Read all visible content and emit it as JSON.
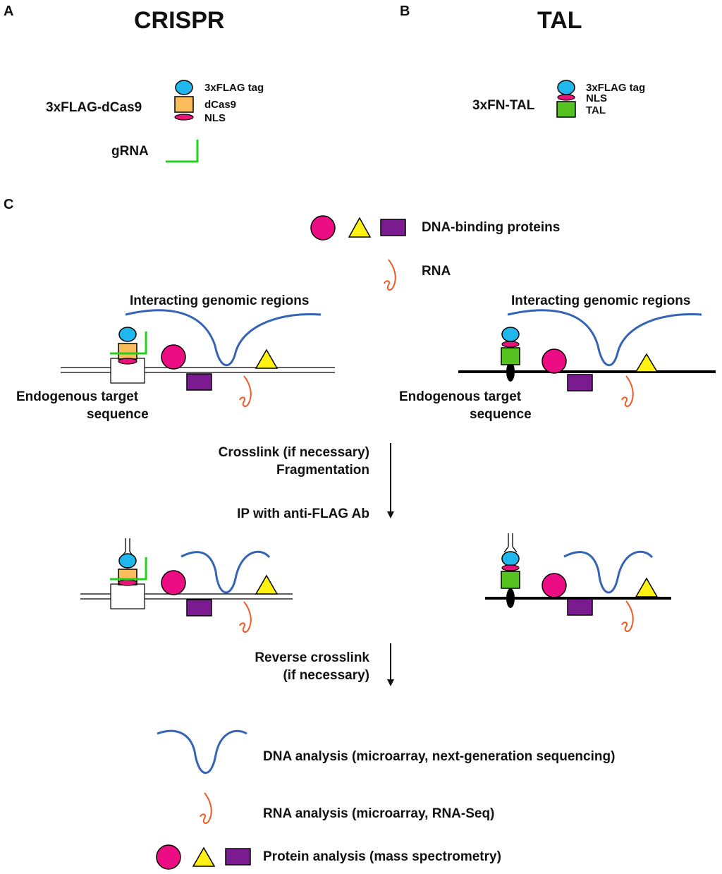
{
  "panels": {
    "a": {
      "letter": "A",
      "title": "CRISPR"
    },
    "b": {
      "letter": "B",
      "title": "TAL"
    },
    "c": {
      "letter": "C"
    }
  },
  "crispr": {
    "construct_label": "3xFLAG-dCas9",
    "tag_label": "3xFLAG tag",
    "dcas9_label": "dCas9",
    "nls_label": "NLS",
    "grna_label": "gRNA"
  },
  "tal": {
    "construct_label": "3xFN-TAL",
    "tag_label": "3xFLAG tag",
    "nls_label": "NLS",
    "tal_label": "TAL"
  },
  "legend": {
    "dna_binding_label": "DNA-binding proteins",
    "rna_label": "RNA"
  },
  "scheme": {
    "interacting_label": "Interacting genomic regions",
    "endogenous_line1": "Endogenous target",
    "endogenous_line2": "sequence"
  },
  "steps": {
    "step1_line1": "Crosslink (if necessary)",
    "step1_line2": "Fragmentation",
    "step2": "IP with anti-FLAG Ab",
    "step3_line1": "Reverse crosslink",
    "step3_line2": "(if necessary)"
  },
  "analysis": {
    "dna": "DNA analysis (microarray, next-generation sequencing)",
    "rna": "RNA analysis (microarray, RNA-Seq)",
    "protein": "Protein analysis (mass spectrometry)"
  },
  "colors": {
    "tag": "#1fb7ec",
    "dcas9": "#fbbd5b",
    "nls": "#e8137a",
    "tal": "#55c21f",
    "grna": "#22d11a",
    "pink_protein": "#ec0d84",
    "triangle_protein": "#fff212",
    "purple_protein": "#7a1b8f",
    "rna": "#ee5a24",
    "dna_loop": "#3563b5"
  }
}
